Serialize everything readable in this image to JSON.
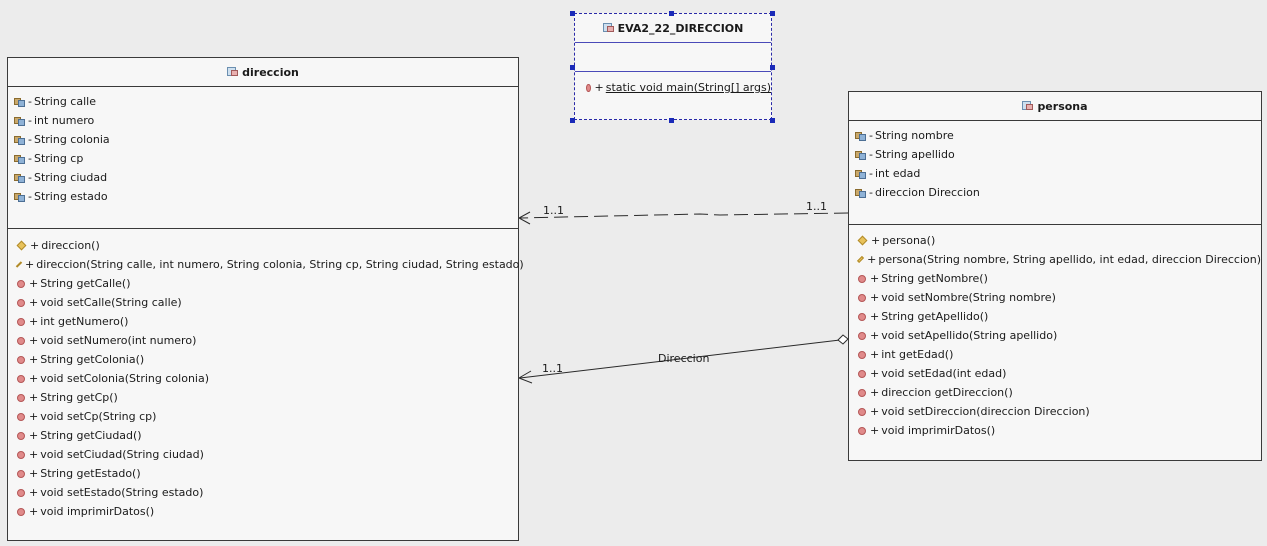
{
  "classes": {
    "direccion": {
      "name": "direccion",
      "fields": [
        {
          "vis": "-",
          "text": "String calle"
        },
        {
          "vis": "-",
          "text": "int numero"
        },
        {
          "vis": "-",
          "text": "String colonia"
        },
        {
          "vis": "-",
          "text": "String cp"
        },
        {
          "vis": "-",
          "text": "String ciudad"
        },
        {
          "vis": "-",
          "text": "String estado"
        }
      ],
      "methods": [
        {
          "kind": "ctor",
          "vis": "+",
          "text": "direccion()"
        },
        {
          "kind": "ctor",
          "vis": "+",
          "text": "direccion(String calle, int numero, String colonia, String cp, String ciudad, String estado)"
        },
        {
          "kind": "method",
          "vis": "+",
          "text": "String getCalle()"
        },
        {
          "kind": "method",
          "vis": "+",
          "text": "void setCalle(String calle)"
        },
        {
          "kind": "method",
          "vis": "+",
          "text": "int getNumero()"
        },
        {
          "kind": "method",
          "vis": "+",
          "text": "void setNumero(int numero)"
        },
        {
          "kind": "method",
          "vis": "+",
          "text": "String getColonia()"
        },
        {
          "kind": "method",
          "vis": "+",
          "text": "void setColonia(String colonia)"
        },
        {
          "kind": "method",
          "vis": "+",
          "text": "String getCp()"
        },
        {
          "kind": "method",
          "vis": "+",
          "text": "void setCp(String cp)"
        },
        {
          "kind": "method",
          "vis": "+",
          "text": "String getCiudad()"
        },
        {
          "kind": "method",
          "vis": "+",
          "text": "void setCiudad(String ciudad)"
        },
        {
          "kind": "method",
          "vis": "+",
          "text": "String getEstado()"
        },
        {
          "kind": "method",
          "vis": "+",
          "text": "void setEstado(String estado)"
        },
        {
          "kind": "method",
          "vis": "+",
          "text": "void imprimirDatos()"
        }
      ]
    },
    "main": {
      "name": "EVA2_22_DIRECCION",
      "methods": [
        {
          "kind": "method",
          "vis": "+",
          "text": "static void main(String[] args)"
        }
      ]
    },
    "persona": {
      "name": "persona",
      "fields": [
        {
          "vis": "-",
          "text": "String nombre"
        },
        {
          "vis": "-",
          "text": "String apellido"
        },
        {
          "vis": "-",
          "text": "int edad"
        },
        {
          "vis": "-",
          "text": "direccion Direccion"
        }
      ],
      "methods": [
        {
          "kind": "ctor",
          "vis": "+",
          "text": "persona()"
        },
        {
          "kind": "ctor",
          "vis": "+",
          "text": "persona(String nombre, String apellido, int edad, direccion Direccion)"
        },
        {
          "kind": "method",
          "vis": "+",
          "text": "String getNombre()"
        },
        {
          "kind": "method",
          "vis": "+",
          "text": "void setNombre(String nombre)"
        },
        {
          "kind": "method",
          "vis": "+",
          "text": "String getApellido()"
        },
        {
          "kind": "method",
          "vis": "+",
          "text": "void setApellido(String apellido)"
        },
        {
          "kind": "method",
          "vis": "+",
          "text": "int getEdad()"
        },
        {
          "kind": "method",
          "vis": "+",
          "text": "void setEdad(int edad)"
        },
        {
          "kind": "method",
          "vis": "+",
          "text": "direccion getDireccion()"
        },
        {
          "kind": "method",
          "vis": "+",
          "text": "void setDireccion(direccion Direccion)"
        },
        {
          "kind": "method",
          "vis": "+",
          "text": "void imprimirDatos()"
        }
      ]
    }
  },
  "relations": {
    "dependency": {
      "source_mult": "1..1",
      "target_mult": "1..1"
    },
    "aggregation": {
      "role": "Direccion",
      "target_mult": "1..1"
    }
  },
  "colors": {
    "class_fill": "#f7f7f7",
    "border": "#3a3a3a",
    "selection": "#1a2ab8",
    "canvas": "#ececec"
  }
}
